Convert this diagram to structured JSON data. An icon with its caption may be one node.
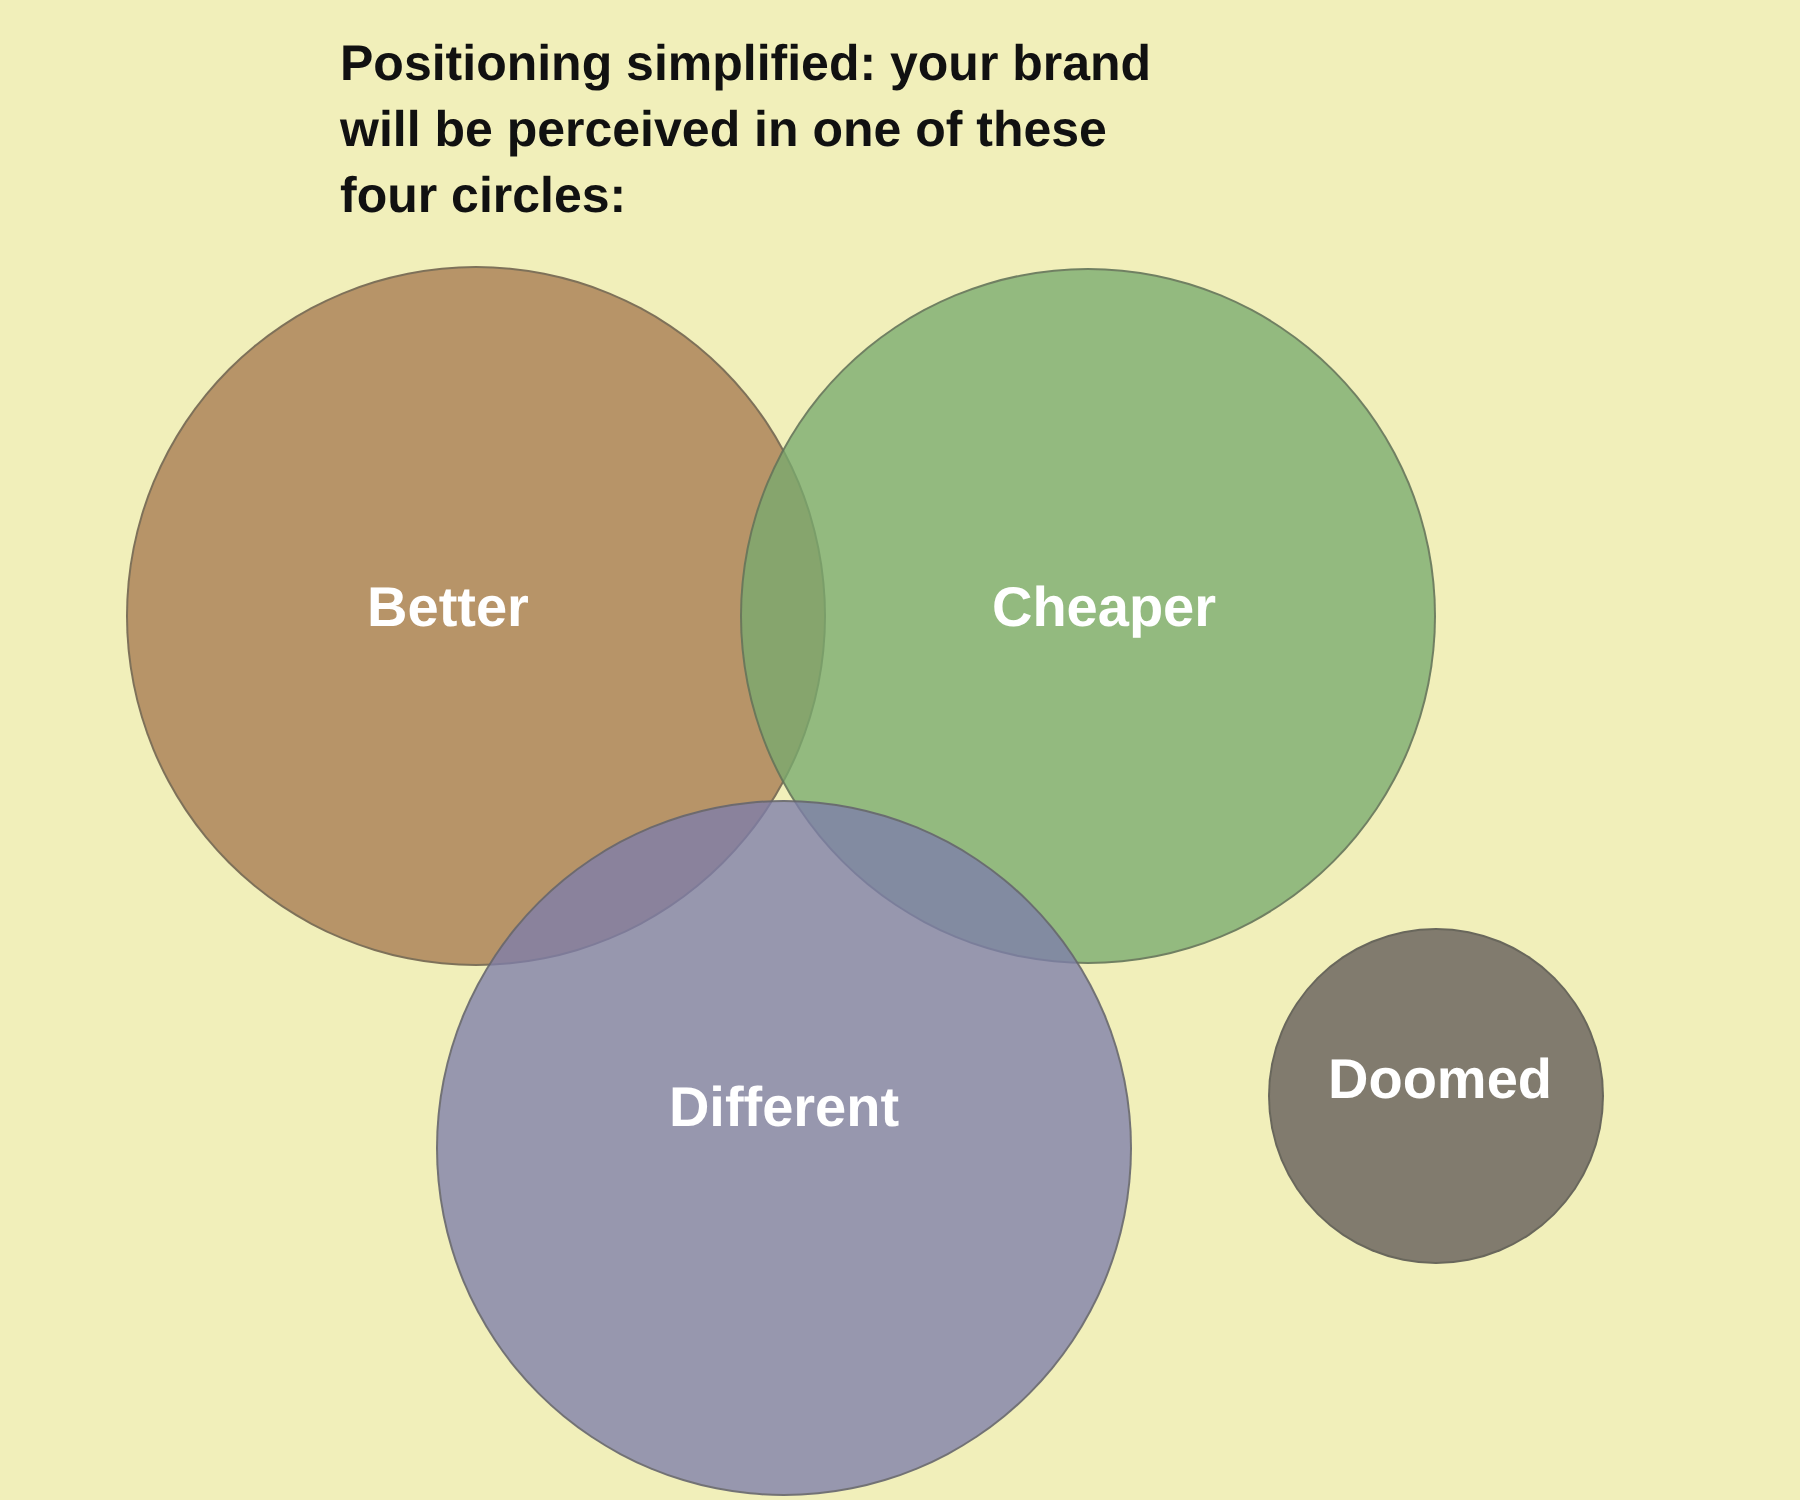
{
  "diagram": {
    "title": "Positioning simplified: your brand will be perceived in one of these four circles:",
    "nodes": [
      {
        "text": [
          "Better"
        ]
      },
      {
        "text": [
          "Cheaper"
        ]
      },
      {
        "text": [
          "Different"
        ]
      },
      {
        "text": [
          "Doomed"
        ]
      }
    ]
  }
}
